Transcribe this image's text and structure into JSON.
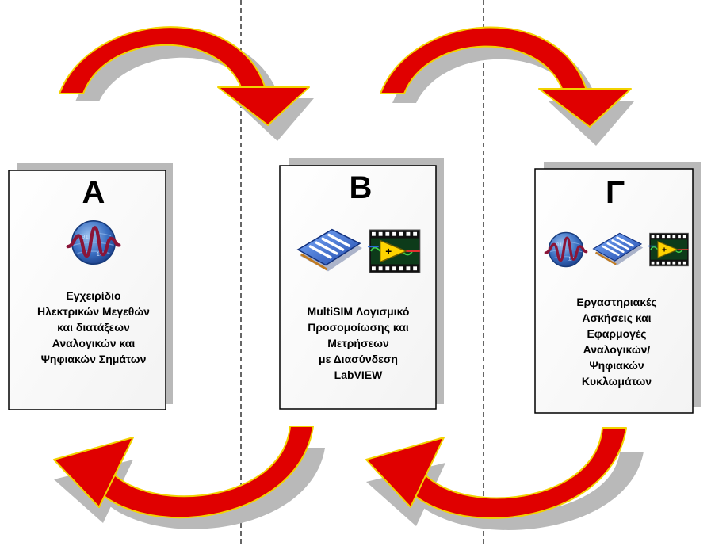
{
  "cards": [
    {
      "letter": "Α",
      "lines": [
        "Εγχειρίδιο",
        "Ηλεκτρικών Μεγεθών",
        "και διατάξεων",
        "Αναλογικών και",
        "Ψηφιακών Σημάτων"
      ],
      "icons": [
        "signal-globe-icon"
      ]
    },
    {
      "letter": "Β",
      "lines": [
        "MultiSIM Λογισμικό",
        "Προσομοίωσης και",
        "Μετρήσεων",
        "με Διασύνδεση",
        "LabVIEW"
      ],
      "icons": [
        "multisim-chip-icon",
        "labview-vi-icon"
      ]
    },
    {
      "letter": "Γ",
      "lines": [
        "Εργαστηριακές",
        "Ασκήσεις και",
        "Εφαρμογές",
        "Αναλογικών/",
        "Ψηφιακών",
        "Κυκλωμάτων"
      ],
      "icons": [
        "signal-globe-icon",
        "multisim-chip-icon",
        "labview-vi-icon"
      ]
    }
  ],
  "colors": {
    "arrow_red": "#e00000",
    "arrow_outline": "#f2d200",
    "shadow": "#b9b9b9",
    "card_border": "#000000"
  }
}
